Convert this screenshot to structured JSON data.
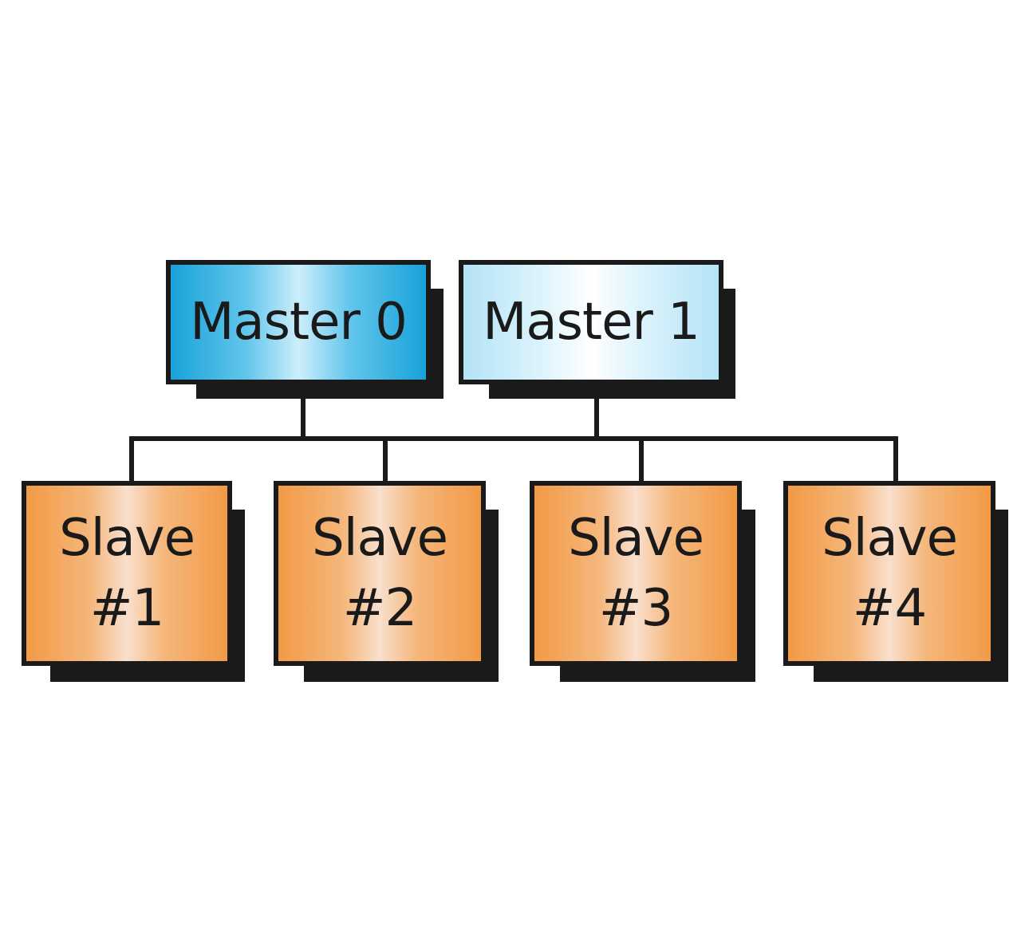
{
  "masters": [
    {
      "label": "Master 0"
    },
    {
      "label": "Master 1"
    }
  ],
  "slaves": [
    {
      "line1": "Slave",
      "line2": "#1"
    },
    {
      "line1": "Slave",
      "line2": "#2"
    },
    {
      "line1": "Slave",
      "line2": "#3"
    },
    {
      "line1": "Slave",
      "line2": "#4"
    }
  ],
  "colors": {
    "outline": "#1a1a1a",
    "master0_fill": "#18a2d8",
    "master1_fill": "#dcf3fc",
    "slave_fill": "#f29a45"
  }
}
